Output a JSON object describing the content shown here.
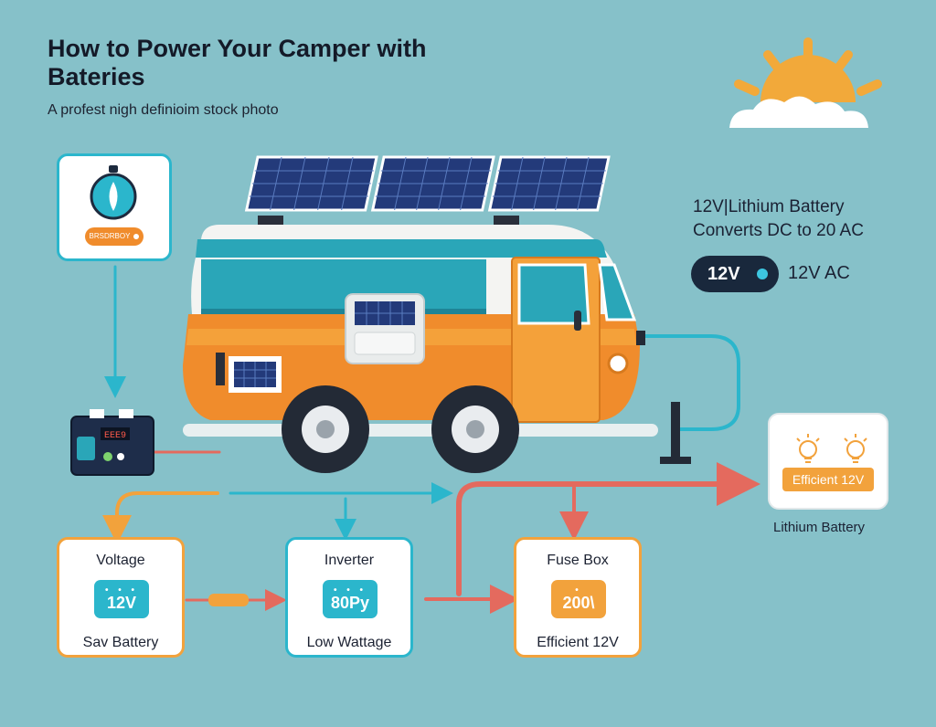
{
  "header": {
    "title": "How to Power Your Camper with Bateries",
    "subtitle": "A profest nigh definioim stock photo"
  },
  "top_left_card": {
    "tag": "BRSDRBOY"
  },
  "controller": {
    "display": "EEE9"
  },
  "specs": {
    "title": "12V|Lithium Battery",
    "subtitle": "Converts DC to 20 AC",
    "pill_label": "12V",
    "pill_right": "12V AC"
  },
  "right_card": {
    "label": "Efficient 12V"
  },
  "right_caption": "Lithium Battery",
  "cards": {
    "voltage": {
      "title": "Voltage",
      "value": "12V",
      "footer": "Sav Battery"
    },
    "inverter": {
      "title": "Inverter",
      "value": "80Py",
      "footer": "Low Wattage"
    },
    "fuse": {
      "title": "Fuse Box",
      "value": "200\\",
      "footer": "Efficient 12V"
    }
  },
  "colors": {
    "background": "#86c1c9",
    "teal": "#2bb6cc",
    "orange": "#f2a23c",
    "red": "#e46a5e",
    "navy": "#19283c",
    "sun": "#f2a93a"
  },
  "icons": [
    "sun-icon",
    "cloud-icon",
    "solar-panel-icon",
    "camper-van-icon",
    "battery-monitor-icon",
    "charge-controller-icon",
    "light-bulb-icon"
  ]
}
